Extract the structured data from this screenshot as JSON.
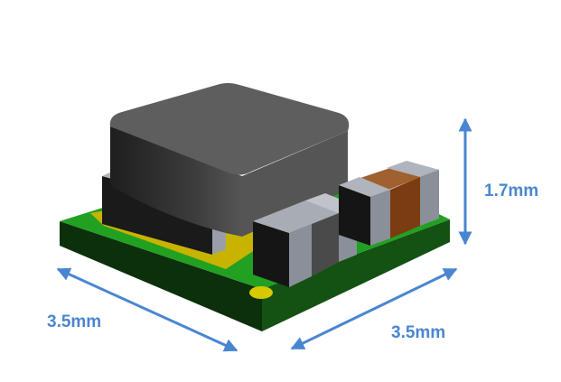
{
  "dimensions": {
    "height_label": "1.7mm",
    "length_label": "3.5mm",
    "width_label": "3.5mm"
  },
  "colors": {
    "arrow": "#4a86d0",
    "label": "#4a86d0",
    "pcb_top": "#1f9a1f",
    "pcb_side": "#0c3a0c",
    "inductor": "#4a4a4a",
    "capacitor_body": "#7a3c10",
    "terminal": "#8a8f9a",
    "pad": "#c8b400"
  }
}
